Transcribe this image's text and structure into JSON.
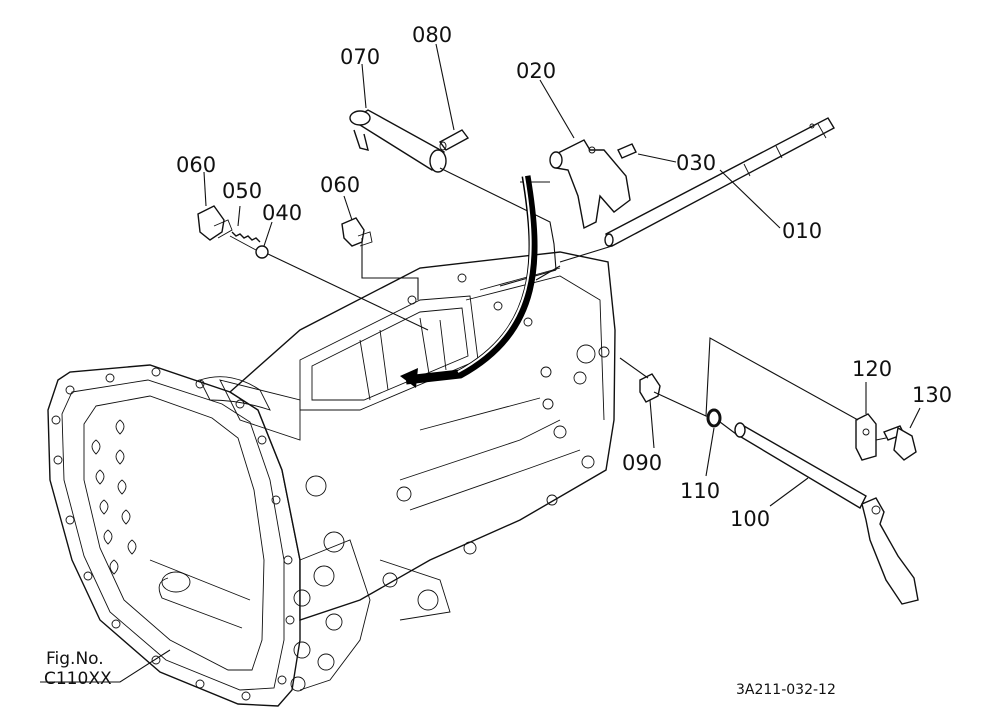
{
  "labels": {
    "p010": "010",
    "p020": "020",
    "p030": "030",
    "p040": "040",
    "p050": "050",
    "p060a": "060",
    "p060b": "060",
    "p070": "070",
    "p080": "080",
    "p090": "090",
    "p100": "100",
    "p110": "110",
    "p120": "120",
    "p130": "130"
  },
  "figure": {
    "fig_label": "Fig.No.",
    "fig_code": "C110XX",
    "drawing_code": "3A211-032-12"
  }
}
